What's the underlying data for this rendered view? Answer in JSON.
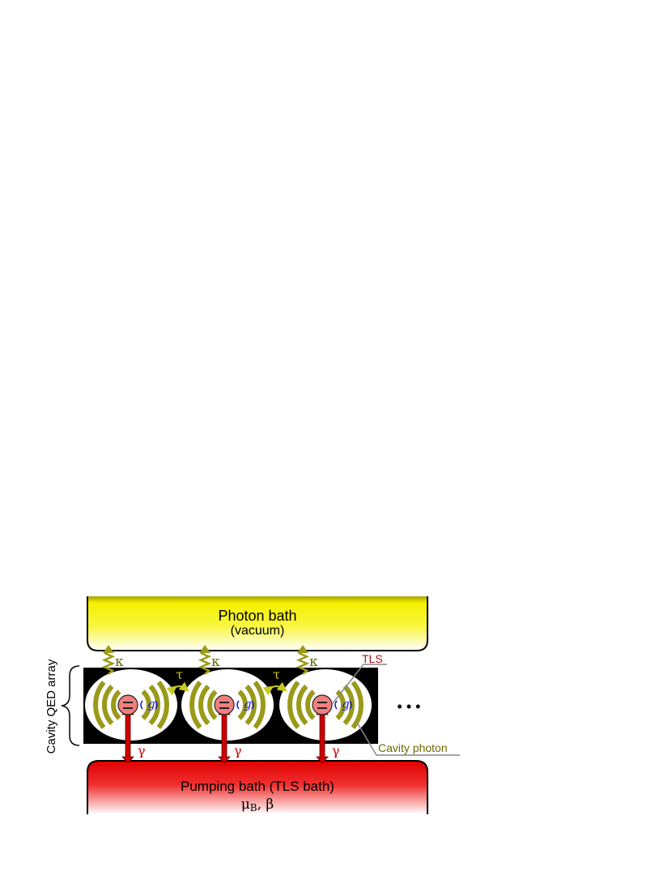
{
  "photon_bath": {
    "title": "Photon bath",
    "subtitle": "(vacuum)"
  },
  "pumping_bath": {
    "title": "Pumping bath (TLS bath)",
    "params_mu": "μ",
    "params_mu_sub": "B",
    "params_rest": ", β"
  },
  "array_label": "Cavity QED array",
  "labels": {
    "kappa": "κ",
    "tau": "τ",
    "gamma": "γ",
    "coupling_g": "g",
    "tls": "TLS",
    "cavity_photon": "Cavity photon",
    "ellipsis": "• • •"
  },
  "colors": {
    "photon_bath_top": "#aaa000",
    "photon_bath_mid": "#f4f000",
    "photon_bath_bottom": "#ffffff",
    "pumping_bath_top": "#e00000",
    "pumping_bath_bottom": "#ffffff",
    "mirror": "#9a9a1a",
    "tls_fill": "#f08080",
    "gamma_red": "#cc0000",
    "coupling_blue": "#1a1ae0",
    "tls_label": "#b01010",
    "cavity_photon_label": "#6b6b00"
  }
}
